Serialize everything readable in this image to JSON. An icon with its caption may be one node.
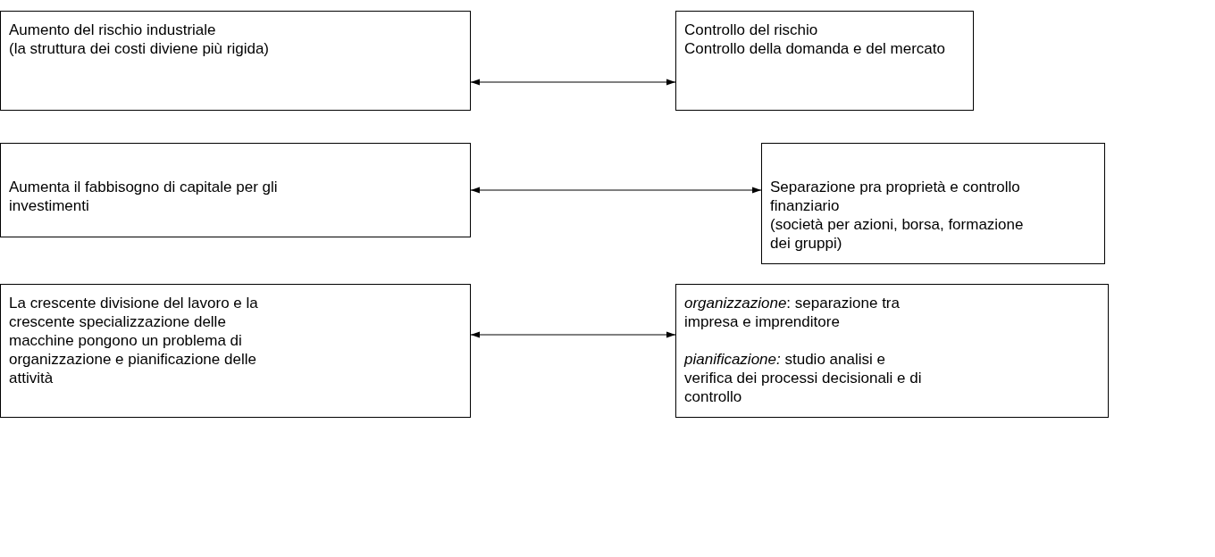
{
  "diagram": {
    "nodes": [
      {
        "text": [
          "Aumento del rischio  industriale",
          "(la struttura dei costi diviene più rigida)"
        ]
      },
      {
        "text": [
          "Controllo del rischio",
          "Controllo della domanda e del mercato"
        ]
      },
      {
        "text": [
          "Aumenta il fabbisogno di capitale per gli investimenti"
        ]
      },
      {
        "text": [
          "Separazione pra proprietà e controllo finanziario",
          "(società per azioni, borsa, formazione dei gruppi)"
        ]
      },
      {
        "text": [
          "La crescente divisione del lavoro e la crescente specializzazione delle macchine pongono un problema di organizzazione e pianificazione delle attività"
        ]
      },
      {
        "text": [
          "*organizzazione*: separazione tra impresa e imprenditore",
          "*pianificazione:* studio analisi e verifica dei processi decisionali e di controllo"
        ]
      }
    ],
    "edges": [
      {
        "from": 0,
        "to": 1,
        "arrow": "both"
      },
      {
        "from": 2,
        "to": 3,
        "arrow": "both"
      },
      {
        "from": 4,
        "to": 5,
        "arrow": "both"
      }
    ]
  }
}
